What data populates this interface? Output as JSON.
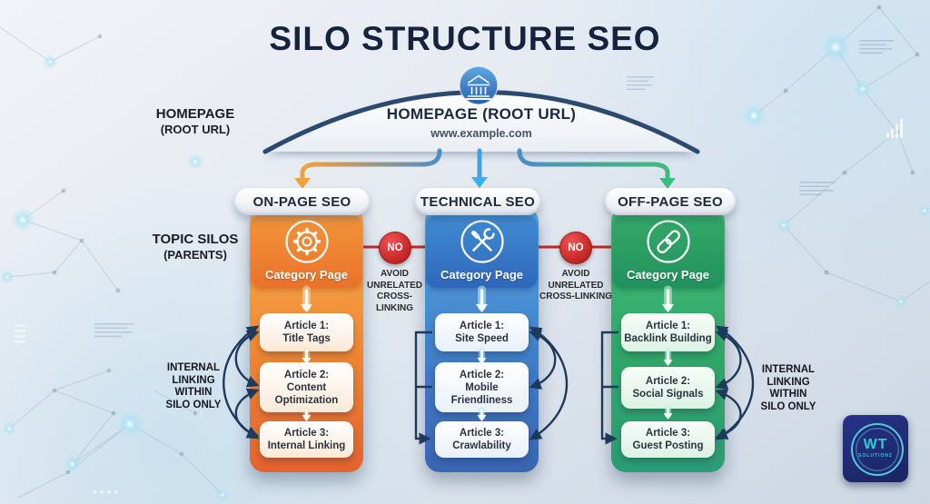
{
  "title": "SILO STRUCTURE SEO",
  "homepage_node": {
    "icon": "bank-icon",
    "heading": "HOMEPAGE (ROOT URL)",
    "url": "www.example.com"
  },
  "side_labels": {
    "homepage": {
      "line1": "HOMEPAGE",
      "line2": "(ROOT URL)"
    },
    "topic_silos": {
      "line1": "TOPIC SILOS",
      "line2": "(PARENTS)"
    },
    "internal_left": {
      "lines": [
        "INTERNAL",
        "LINKING",
        "WITHIN",
        "SILO ONLY"
      ]
    },
    "internal_right": {
      "lines": [
        "INTERNAL",
        "LINKING",
        "WITHIN",
        "SILO ONLY"
      ]
    }
  },
  "warnings": [
    {
      "badge": "NO",
      "lines": [
        "AVOID",
        "UNRELATED",
        "CROSS-",
        "LINKING"
      ]
    },
    {
      "badge": "NO",
      "lines": [
        "AVOID",
        "UNRELATED",
        "CROSS-LINKING"
      ]
    }
  ],
  "silos": [
    {
      "name": "ON-PAGE SEO",
      "category_label": "Category Page",
      "icon": "gear-icon",
      "accent_color": "#ee7a2c",
      "articles": [
        {
          "label": "Article 1:",
          "topic": "Title Tags"
        },
        {
          "label": "Article 2:",
          "topic": "Content Optimization"
        },
        {
          "label": "Article 3:",
          "topic": "Internal Linking"
        }
      ]
    },
    {
      "name": "TECHNICAL SEO",
      "category_label": "Category Page",
      "icon": "tools-icon",
      "accent_color": "#3a7ecb",
      "articles": [
        {
          "label": "Article 1:",
          "topic": "Site Speed"
        },
        {
          "label": "Article 2:",
          "topic": "Mobile Friendliness"
        },
        {
          "label": "Article 3:",
          "topic": "Crawlability"
        }
      ]
    },
    {
      "name": "OFF-PAGE SEO",
      "category_label": "Category Page",
      "icon": "chain-link-icon",
      "accent_color": "#2fa566",
      "articles": [
        {
          "label": "Article 1:",
          "topic": "Backlink Building"
        },
        {
          "label": "Article 2:",
          "topic": "Social Signals"
        },
        {
          "label": "Article 3:",
          "topic": "Guest Posting"
        }
      ]
    }
  ],
  "logo": {
    "monogram": "WT",
    "subtext": "SOLUTIONZ"
  }
}
